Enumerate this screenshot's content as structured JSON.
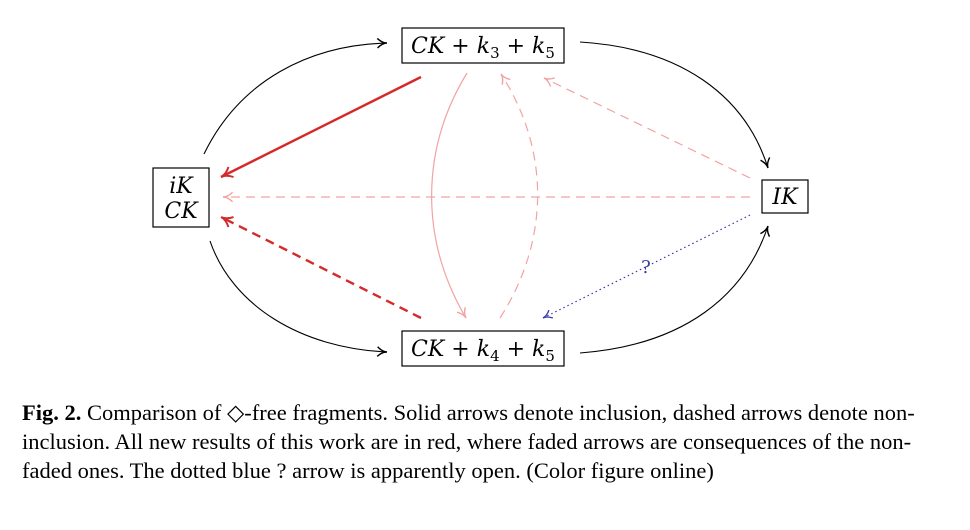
{
  "nodes": {
    "top": {
      "main": "CK + k",
      "sub1": "3",
      "mid": " + k",
      "sub2": "5"
    },
    "left": {
      "line1": "iK",
      "line2": "CK"
    },
    "right": {
      "label": "IK"
    },
    "bottom": {
      "main": "CK + k",
      "sub1": "4",
      "mid": " + k",
      "sub2": "5"
    }
  },
  "question_mark": "?",
  "caption": {
    "label": "Fig. 2.",
    "text": " Comparison of ◇-free fragments. Solid arrows denote inclusion, dashed arrows denote non-inclusion. All new results of this work are in red, where faded arrows are consequences of the non-faded ones. The dotted blue ? arrow is apparently open. (Color figure online)"
  },
  "colors": {
    "black": "#000000",
    "red": "#d42a2a",
    "faded_red": "#f2a3a3",
    "blue": "#3a3aa8"
  }
}
